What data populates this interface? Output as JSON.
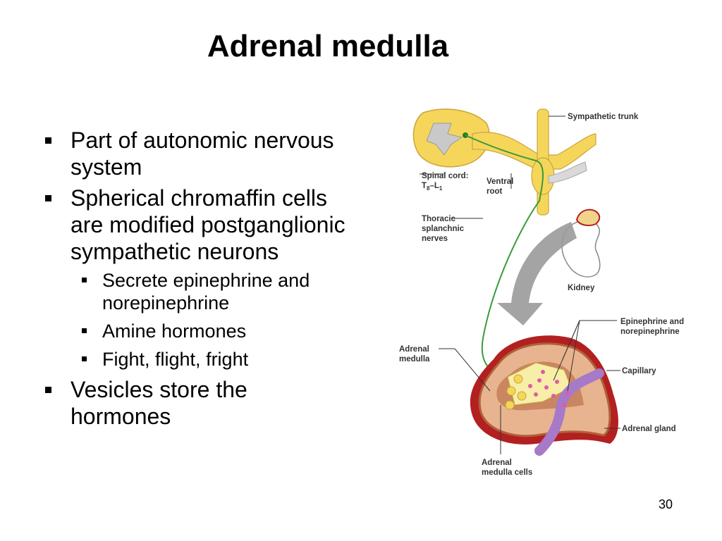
{
  "slide": {
    "title": "Adrenal medulla",
    "page_number": "30",
    "bullets": [
      {
        "id": "b1",
        "text": "Part of autonomic nervous system"
      },
      {
        "id": "b2",
        "text": "Spherical chromaffin cells are modified postganglionic sympathetic neurons",
        "sub": [
          {
            "text": "Secrete epinephrine and norepinephrine"
          },
          {
            "text": "Amine hormones"
          },
          {
            "text": "Fight, flight, fright"
          }
        ]
      },
      {
        "id": "b3",
        "text": "Vesicles store the hormones"
      }
    ]
  },
  "figure": {
    "labels": {
      "sympathetic_trunk": "Sympathetic trunk",
      "spinal_cord": "Spinal cord:",
      "spinal_cord_range_T": "T",
      "spinal_cord_range_T_sub": "8",
      "spinal_cord_range_dash": "–L",
      "spinal_cord_range_L_sub": "1",
      "ventral_root_1": "Ventral",
      "ventral_root_2": "root",
      "thoracic_1": "Thoracic",
      "thoracic_2": "splanchnic",
      "thoracic_3": "nerves",
      "kidney": "Kidney",
      "epi_1": "Epinephrine and",
      "epi_2": "norepinephrine",
      "capillary": "Capillary",
      "adrenal_gland": "Adrenal gland",
      "adrenal_medulla_1": "Adrenal",
      "adrenal_medulla_2": "medulla",
      "medulla_cells_1": "Adrenal",
      "medulla_cells_2": "medulla cells"
    },
    "colors": {
      "nerve_yellow": "#f6d65a",
      "grey_matter": "#c9c9c9",
      "nerve_green": "#3a9a3a",
      "cortex_brown": "#b0603a",
      "cortex_light": "#e7b48f",
      "capsule_red": "#b32020",
      "medulla_yellow": "#f7eea8",
      "capillary_purple": "#a679c9",
      "hormone_pink": "#e05aa8",
      "arrow_grey": "#9a9a9a"
    }
  }
}
